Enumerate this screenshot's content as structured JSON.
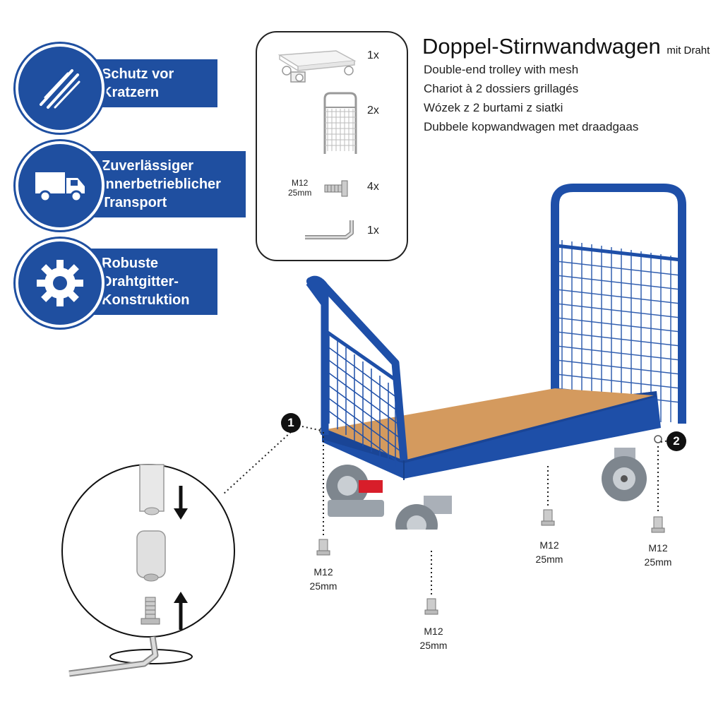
{
  "features": [
    {
      "icon": "scratch-marks-icon",
      "lines": [
        "Schutz vor",
        "Kratzern"
      ]
    },
    {
      "icon": "truck-icon",
      "lines": [
        "Zuverlässiger",
        "innerbetrieblicher",
        "Transport"
      ]
    },
    {
      "icon": "gear-icon",
      "lines": [
        "Robuste",
        "Drahtgitter-",
        "Konstruktion"
      ]
    }
  ],
  "parts": {
    "items": [
      {
        "icon": "platform-base-icon",
        "qty": "1x"
      },
      {
        "icon": "mesh-end-panel-icon",
        "qty": "2x"
      },
      {
        "icon": "screw-icon",
        "qty": "4x",
        "spec": [
          "M12",
          "25mm"
        ]
      },
      {
        "icon": "allen-key-icon",
        "qty": "1x"
      }
    ]
  },
  "title": {
    "main": "Doppel-Stirnwandwagen",
    "suffix": "mit Draht",
    "translations": [
      "Double-end trolley with mesh",
      "Chariot à 2 dossiers grillagés",
      "Wózek z 2 burtami z siatki",
      "Dubbele kopwandwagen met draadgaas"
    ]
  },
  "callouts": {
    "one": "1",
    "two": "2"
  },
  "screw_specs": [
    {
      "size": "M12",
      "length": "25mm"
    },
    {
      "size": "M12",
      "length": "25mm"
    },
    {
      "size": "M12",
      "length": "25mm"
    },
    {
      "size": "M12",
      "length": "25mm"
    }
  ],
  "colors": {
    "brand_blue": "#1f4fa0",
    "frame_blue": "#1e4fa8",
    "deck": "#d49a5e",
    "wheel": "#808890"
  }
}
